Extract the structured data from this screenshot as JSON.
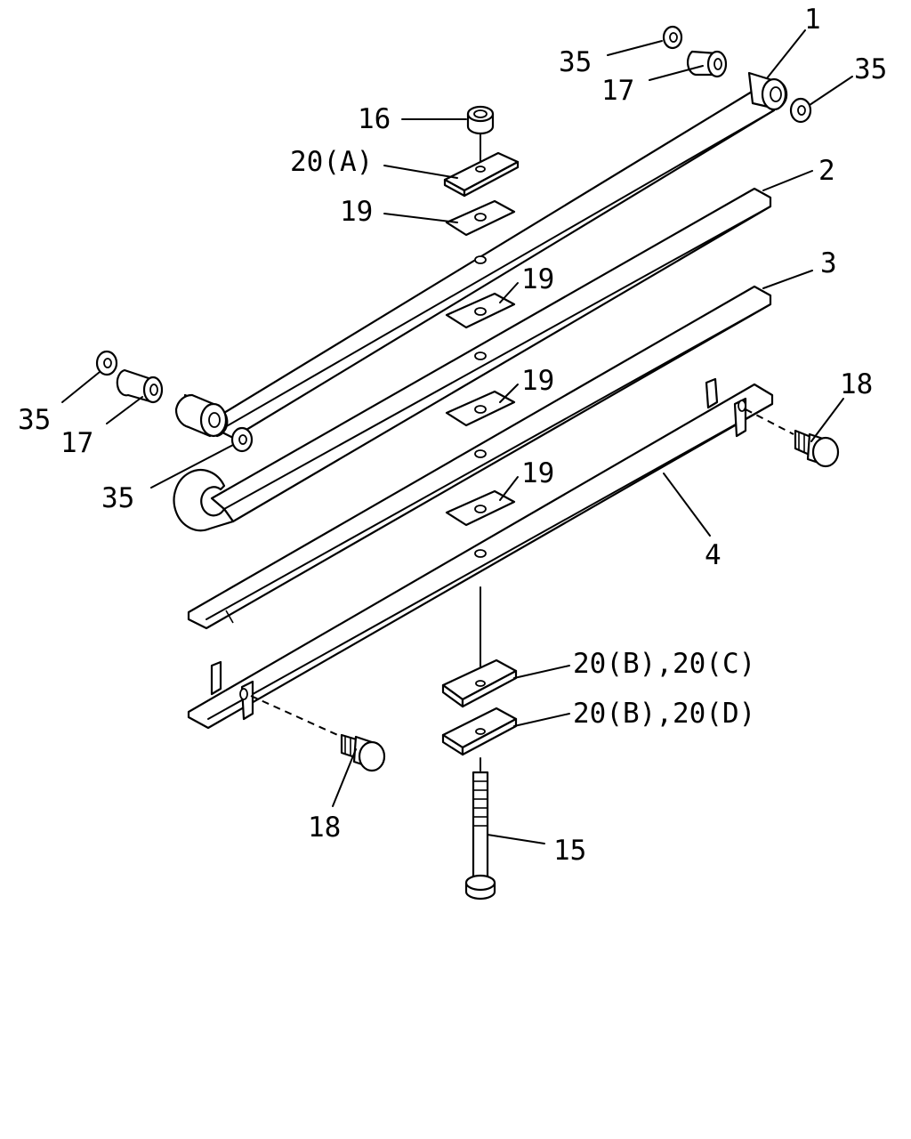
{
  "diagram": {
    "labels": {
      "l1": "1",
      "l2": "2",
      "l3": "3",
      "l4": "4",
      "l15": "15",
      "l16": "16",
      "l17_top": "17",
      "l17_left": "17",
      "l18_right": "18",
      "l18_left": "18",
      "l19_a": "19",
      "l19_b": "19",
      "l19_c": "19",
      "l19_d": "19",
      "l20a": "20(A)",
      "l20bc": "20(B),20(C)",
      "l20bd": "20(B),20(D)",
      "l35_top_left": "35",
      "l35_top_right": "35",
      "l35_left": "35",
      "l35_lower": "35"
    }
  }
}
